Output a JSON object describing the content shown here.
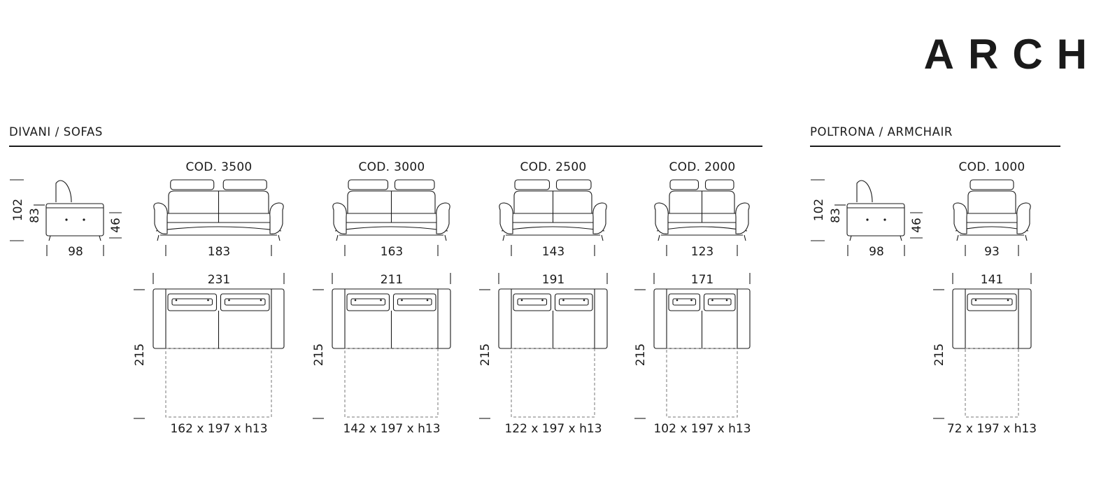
{
  "brand": "ARCH",
  "sections": {
    "sofas": {
      "title": "DIVANI / SOFAS"
    },
    "armchair": {
      "title": "POLTRONA / ARMCHAIR"
    }
  },
  "side_views": [
    {
      "height_total": "102",
      "height_back": "83",
      "seat_height": "46",
      "depth": "98"
    },
    {
      "height_total": "102",
      "height_back": "83",
      "seat_height": "46",
      "depth": "98"
    }
  ],
  "models": [
    {
      "code": "COD. 3500",
      "front_width": "183",
      "top_width": "231",
      "depth": "215",
      "bed": "162 x 197 x h13"
    },
    {
      "code": "COD. 3000",
      "front_width": "163",
      "top_width": "211",
      "depth": "215",
      "bed": "142 x 197 x h13"
    },
    {
      "code": "COD. 2500",
      "front_width": "143",
      "top_width": "191",
      "depth": "215",
      "bed": "122 x 197 x h13"
    },
    {
      "code": "COD. 2000",
      "front_width": "123",
      "top_width": "171",
      "depth": "215",
      "bed": "102 x 197 x h13"
    },
    {
      "code": "COD. 1000",
      "front_width": "93",
      "top_width": "141",
      "depth": "215",
      "bed": "72 x 197 x h13"
    }
  ]
}
